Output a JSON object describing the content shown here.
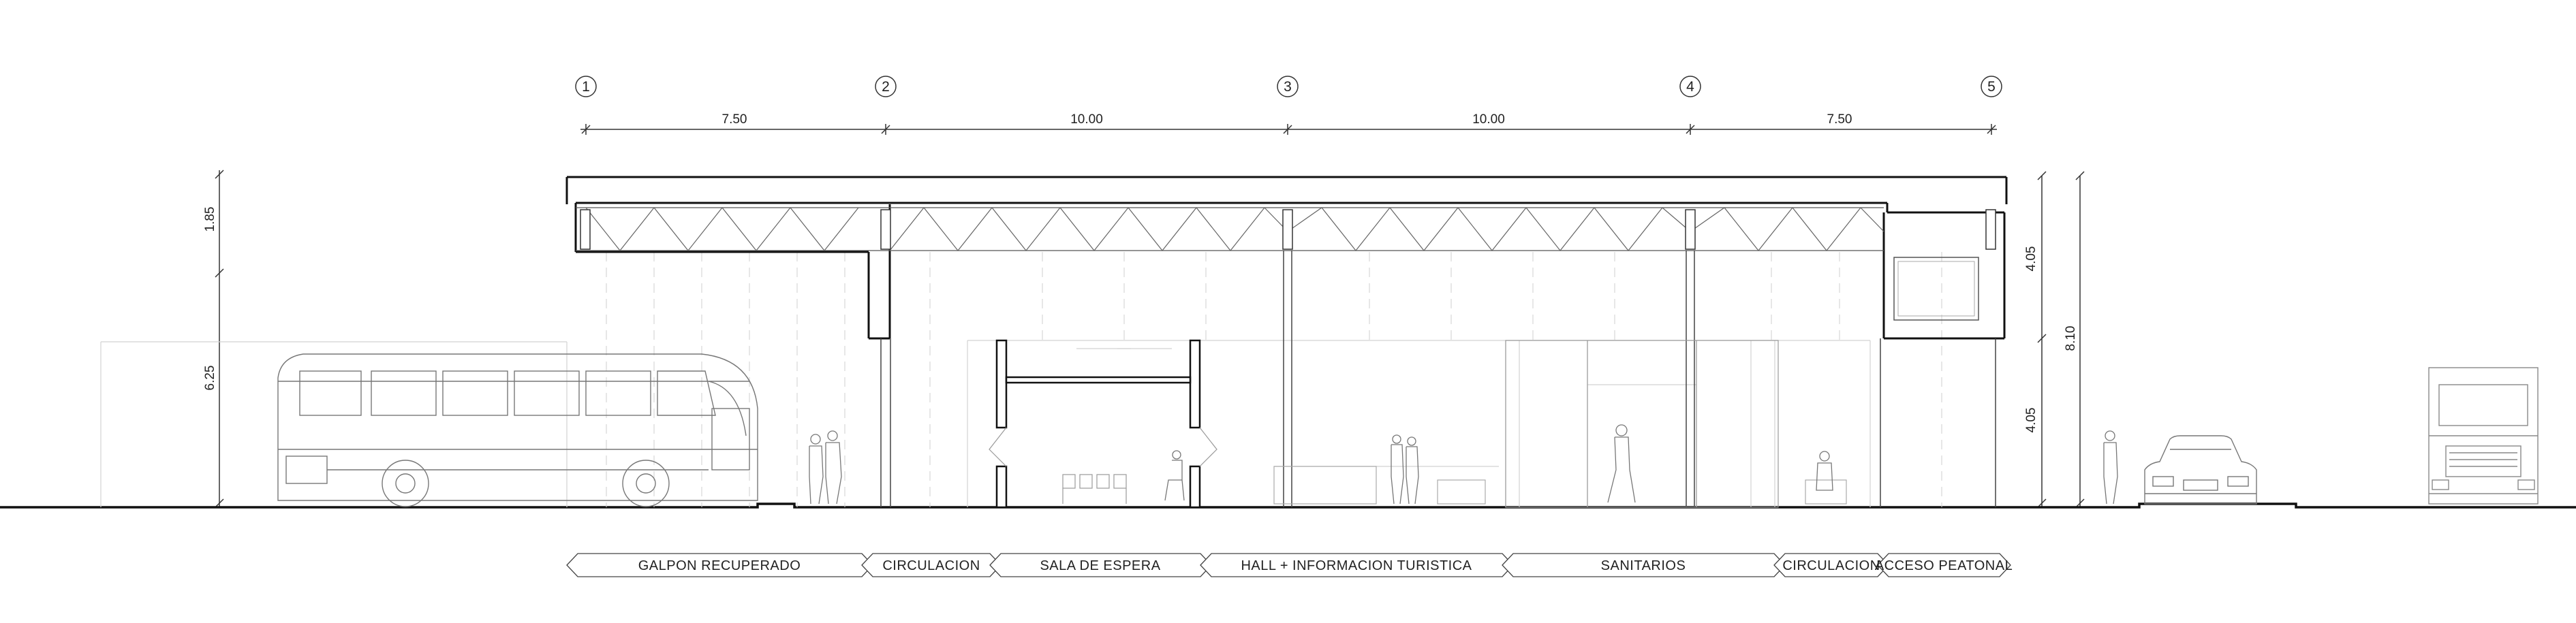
{
  "axes": [
    "1",
    "2",
    "3",
    "4",
    "5"
  ],
  "spans": [
    "7.50",
    "10.00",
    "10.00",
    "7.50"
  ],
  "heights_left": [
    "1.85",
    "6.25"
  ],
  "heights_right": [
    "4.05",
    "4.05"
  ],
  "height_total": "8.10",
  "zones": [
    "GALPON RECUPERADO",
    "CIRCULACION",
    "SALA DE ESPERA",
    "HALL + INFORMACION TURISTICA",
    "SANITARIOS",
    "CIRCULACION",
    "ACCESO PEATONAL"
  ],
  "figures": [
    "bus",
    "car",
    "truck",
    "people"
  ],
  "colors": {
    "line": "#1a1a1a",
    "light_line": "#9a9a9a",
    "faint_line": "#c8c8c8",
    "background": "#ffffff"
  }
}
